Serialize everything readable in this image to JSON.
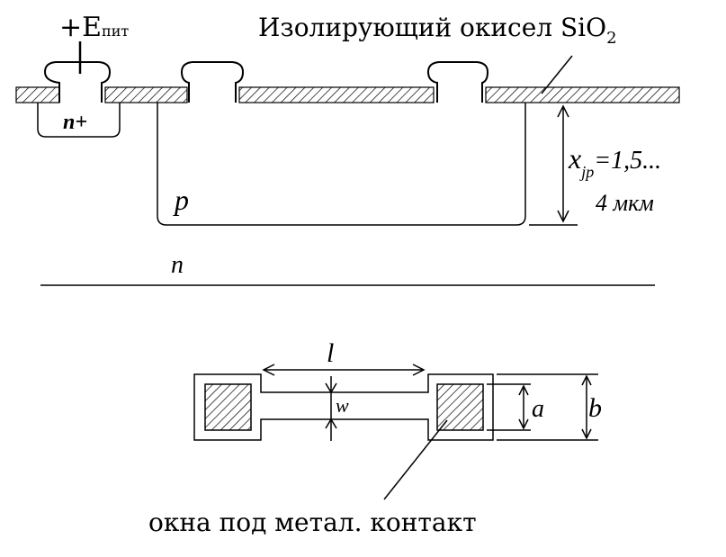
{
  "cross_section": {
    "supply_label": {
      "main": "+E",
      "sub": "пит"
    },
    "oxide_label": {
      "main": "Изолирующий окисел SiO",
      "sub": "2"
    },
    "region_n_plus": "n+",
    "region_p": "p",
    "region_n": "n",
    "depth_label": {
      "prefix": "x",
      "sub": "jp",
      "value": "=1,5...",
      "unit": "4 мкм"
    }
  },
  "top_view": {
    "length_label": "l",
    "width_label": "w",
    "window_size_label": "a",
    "pad_size_label": "b",
    "contact_windows_label": "окна под метал. контакт"
  }
}
